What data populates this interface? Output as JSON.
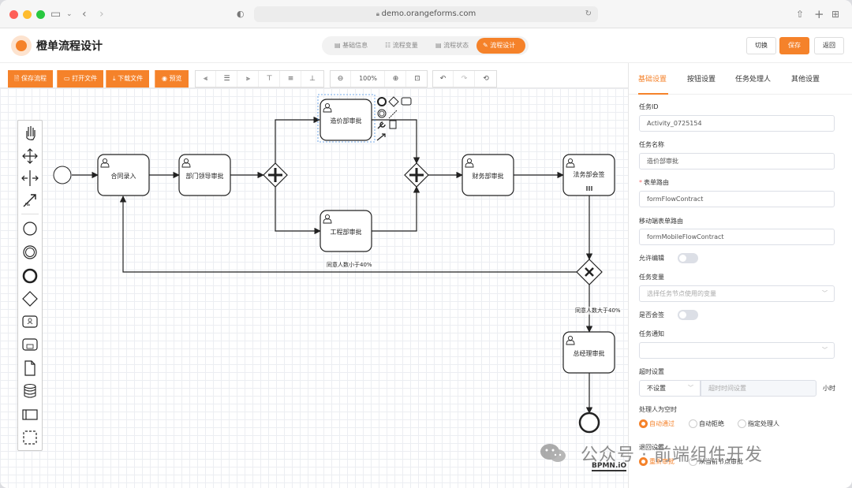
{
  "browser": {
    "url": "demo.orangeforms.com"
  },
  "app": {
    "title": "橙单流程设计"
  },
  "header": {
    "tabs": [
      {
        "label": "基础信息",
        "icon": "doc-icon",
        "active": false
      },
      {
        "label": "流程变量",
        "icon": "list-icon",
        "active": false
      },
      {
        "label": "流程状态",
        "icon": "doc-icon",
        "active": false
      },
      {
        "label": "流程设计",
        "icon": "edit-icon",
        "active": true
      }
    ],
    "switch_label": "切换",
    "save_label": "保存",
    "back_label": "返回"
  },
  "toolbar": {
    "actions": [
      "保存流程",
      "打开文件",
      "下载文件",
      "预览"
    ],
    "zoom": "100%"
  },
  "diagram": {
    "tasks": [
      "合同录入",
      "部门领导审批",
      "造价部审批",
      "工程部审批",
      "财务部审批",
      "法务部会签",
      "总经理审批"
    ],
    "flow_labels": [
      "同意人数小于40%",
      "同意人数大于40%"
    ],
    "watermark_logo": "BPMN.iO"
  },
  "panel": {
    "tabs": [
      "基础设置",
      "按钮设置",
      "任务处理人",
      "其他设置"
    ],
    "fields": {
      "task_id_label": "任务ID",
      "task_id_value": "Activity_0725154",
      "task_name_label": "任务名称",
      "task_name_value": "造价部审批",
      "form_route_label": "表单路由",
      "form_route_value": "formFlowContract",
      "mobile_route_label": "移动端表单路由",
      "mobile_route_value": "formMobileFlowContract",
      "allow_edit_label": "允许编辑",
      "task_vars_label": "任务变量",
      "task_vars_placeholder": "选择任务节点使用的变量",
      "countersign_label": "是否会签",
      "notify_label": "任务通知",
      "timeout_label": "超时设置",
      "timeout_select": "不设置",
      "timeout_placeholder": "超时时间设置",
      "timeout_unit": "小时",
      "empty_handler_label": "处理人为空时",
      "empty_options": [
        "自动通过",
        "自动拒绝",
        "指定处理人"
      ],
      "reject_label": "退回设置",
      "reject_option": "重新审批",
      "reject_option2": "从当前节点审批"
    }
  },
  "overlay": {
    "watermark_text": "公众号 · 前端组件开发"
  }
}
